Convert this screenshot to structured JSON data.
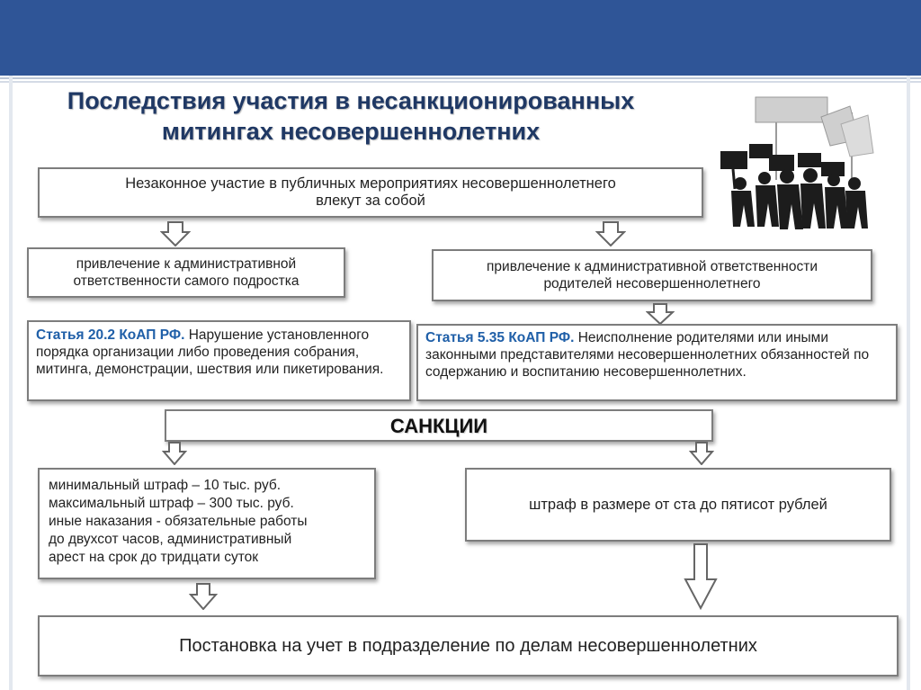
{
  "title_line1": "Последствия участия в несанкционированных",
  "title_line2": "митингах несовершеннолетних",
  "top_box": "Незаконное участие в публичных мероприятиях несовершеннолетнего\nвлекут за собой",
  "left_branch": {
    "responsibility": "привлечение к административной\nответственности самого подростка",
    "article_ref": "Статья 20.2 КоАП РФ.",
    "article_text": " Нарушение установленного порядка организации либо проведения собрания, митинга, демонстрации, шествия или пикетирования.",
    "sanctions": "минимальный штраф – 10 тыс. руб.\nмаксимальный штраф – 300 тыс. руб.\nиные наказания -  обязательные работы\nдо двухсот часов, административный\nарест на срок до тридцати суток"
  },
  "right_branch": {
    "responsibility": "привлечение к административной ответственности\nродителей несовершеннолетнего",
    "article_ref": "Статья 5.35 КоАП РФ.",
    "article_text": " Неисполнение родителями или иными законными представителями несовершеннолетних обязанностей по содержанию и воспитанию несовершеннолетних.",
    "sanctions": "штраф в размере от ста до пятисот рублей"
  },
  "sanctions_header": "САНКЦИИ",
  "bottom_box": "Постановка на учет в подразделение по делам несовершеннолетних",
  "image_icon": "protest-crowd-silhouette",
  "colors": {
    "header_bar": "#2f5597",
    "title": "#1f3864",
    "article_ref": "#1f5fa8",
    "box_border": "#7d7d7d"
  }
}
